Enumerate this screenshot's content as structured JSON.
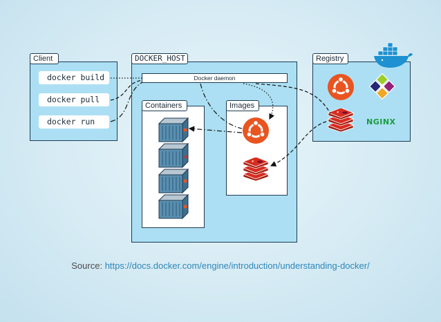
{
  "client": {
    "title": "Client",
    "commands": [
      "docker build",
      "docker pull",
      "docker run"
    ]
  },
  "host": {
    "title": "DOCKER_HOST",
    "daemon": "Docker daemon",
    "containers_title": "Containers",
    "images_title": "Images"
  },
  "registry": {
    "title": "Registry",
    "nginx_logo": "NGINX"
  },
  "icons": {
    "docker": "docker-whale-logo",
    "ubuntu": "ubuntu-logo",
    "centos": "centos-logo",
    "redis": "redis-logo",
    "nginx": "nginx-logo",
    "container": "shipping-container-icon"
  },
  "colors": {
    "panel": "#acdff3",
    "border": "#1d3a52",
    "ubuntu": "#e95420",
    "redis": "#d82c20",
    "nginx": "#1a9b3f",
    "docker": "#1d91d1",
    "link": "#2e86b8"
  },
  "source": {
    "label": "Source:",
    "url": "https://docs.docker.com/engine/introduction/understanding-docker/"
  }
}
